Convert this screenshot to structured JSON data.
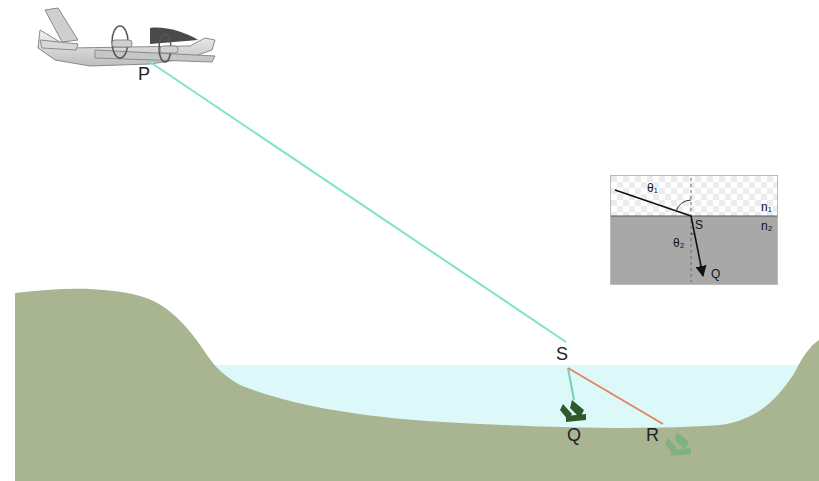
{
  "diagram": {
    "nodes": [
      {
        "text": [
          "θ₁",
          "S",
          "n₁",
          "n₂",
          "θ₂",
          "Q"
        ]
      }
    ],
    "labels": [
      "P",
      "S",
      "Q",
      "R"
    ]
  }
}
